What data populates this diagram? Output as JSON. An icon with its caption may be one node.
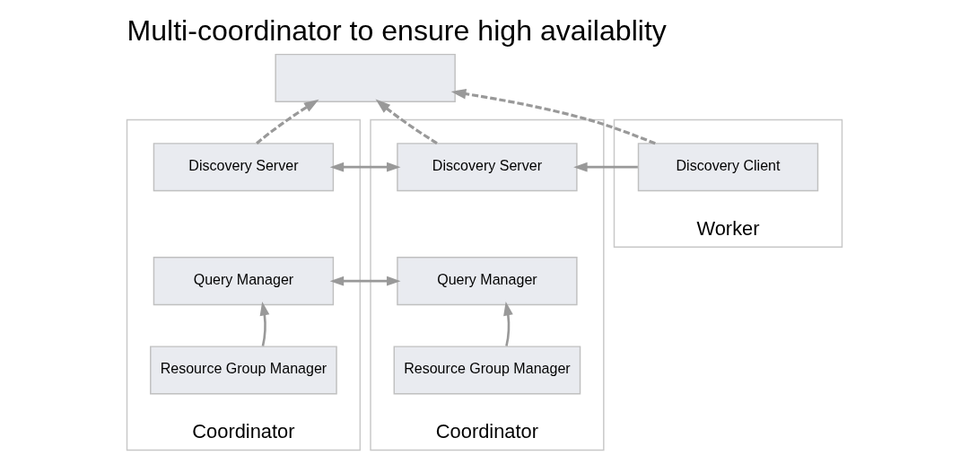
{
  "diagram": {
    "title": "Multi-coordinator to ensure high availablity",
    "nodes": [
      {
        "text": [
          "Coordinator"
        ]
      },
      {
        "text": [
          "Discovery Server"
        ],
        "in": 0
      },
      {
        "text": [
          "Query Manager"
        ],
        "in": 0
      },
      {
        "text": [
          "Resource Group Manager"
        ],
        "in": 0
      },
      {
        "text": [
          "Coordinator"
        ]
      },
      {
        "text": [
          "Discovery Server"
        ],
        "in": 4
      },
      {
        "text": [
          "Query Manager"
        ],
        "in": 4
      },
      {
        "text": [
          "Resource Group Manager"
        ],
        "in": 4
      },
      {
        "text": [
          "Worker"
        ]
      },
      {
        "text": [
          "Discovery Client"
        ],
        "in": 8
      },
      {
        "text": [],
        "shape": "box"
      }
    ],
    "edges": [
      {
        "from": 1,
        "to": 10,
        "arrow": "to",
        "style": "dashed"
      },
      {
        "from": 5,
        "to": 10,
        "arrow": "to",
        "style": "dashed"
      },
      {
        "from": 9,
        "to": 10,
        "arrow": "to",
        "style": "dashed"
      },
      {
        "from": 1,
        "to": 5,
        "arrow": "both"
      },
      {
        "from": 9,
        "to": 5,
        "arrow": "to"
      },
      {
        "from": 2,
        "to": 6,
        "arrow": "both"
      },
      {
        "from": 3,
        "to": 2,
        "arrow": "to"
      },
      {
        "from": 7,
        "to": 6,
        "arrow": "to"
      }
    ]
  }
}
